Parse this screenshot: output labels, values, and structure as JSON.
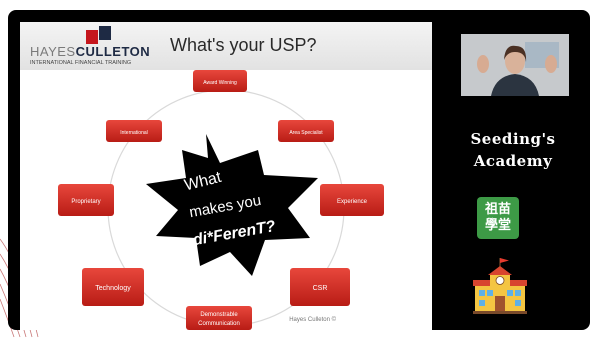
{
  "slide": {
    "title": "What's your USP?",
    "logo_light": "HAYES",
    "logo_dark": "CULLETON",
    "logo_sub": "INTERNATIONAL FINANCIAL TRAINING",
    "star_lines": [
      "What",
      "makes you",
      "di*FerenT?"
    ],
    "items": {
      "award": "Award Winning",
      "international": "International",
      "area": "Area Specialist",
      "proprietary": "Proprietary",
      "experience": "Experience",
      "technology": "Technology",
      "csr": "CSR",
      "demo_1": "Demonstrable",
      "demo_2": "Communication"
    },
    "footer": "Hayes Culleton ©"
  },
  "sidebar": {
    "brand_line1": "Seeding's",
    "brand_line2": "Academy",
    "badge_line1": "祖苗",
    "badge_line2": "學堂",
    "badge_color": "#3d9a46"
  },
  "icons": {
    "participant_video": "person-video-tile",
    "school": "school-icon",
    "logo_mark": "hayes-culleton-logo"
  },
  "colors": {
    "frame": "#000000",
    "box_red": "#d42a22",
    "star": "#000000"
  }
}
